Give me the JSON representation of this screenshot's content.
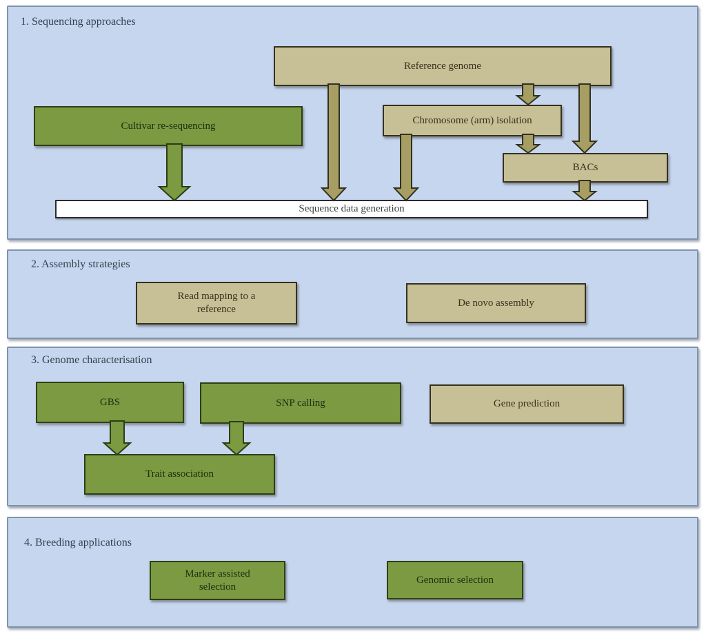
{
  "figure": {
    "description": "Workflow diagram with four numbered stages from sequencing to breeding applications"
  },
  "colors": {
    "panel_bg": "#c6d6ee",
    "panel_border": "#7e93ad",
    "tan_fill": "#c7bf96",
    "tan_border": "#35311f",
    "tan_text": "#38321c",
    "green_fill": "#7b9a41",
    "green_border": "#2e3f16",
    "green_text": "#1f2d12",
    "white_fill": "#fefefe",
    "white_border": "#2a2a2a",
    "white_text": "#3c3c3c",
    "title_color": "#333f4f",
    "tan_arrow_fill": "#a79e63",
    "tan_arrow_border": "#32301f",
    "green_arrow_fill": "#7b9a41",
    "green_arrow_border": "#2c3d14"
  },
  "sections": [
    {
      "id": "sequencing-approaches",
      "title": "1. Sequencing approaches",
      "boxes": [
        {
          "id": "reference-genome",
          "label": "Reference genome",
          "style": "tan"
        },
        {
          "id": "cultivar-re-sequencing",
          "label": "Cultivar re-sequencing",
          "style": "green"
        },
        {
          "id": "chromosome-arm-isolation",
          "label": "Chromosome (arm) isolation",
          "style": "tan"
        },
        {
          "id": "bacs",
          "label": "BACs",
          "style": "tan"
        },
        {
          "id": "sequence-data-generation",
          "label": "Sequence data generation",
          "style": "white"
        }
      ]
    },
    {
      "id": "assembly-strategies",
      "title": "2. Assembly strategies",
      "boxes": [
        {
          "id": "read-mapping-to-a-reference",
          "label": "Read mapping to a reference",
          "style": "tan"
        },
        {
          "id": "de-novo-assembly",
          "label": "De novo assembly",
          "style": "tan"
        }
      ]
    },
    {
      "id": "genome-characterisation",
      "title": "3. Genome characterisation",
      "boxes": [
        {
          "id": "gbs",
          "label": "GBS",
          "style": "green"
        },
        {
          "id": "snp-calling",
          "label": "SNP calling",
          "style": "green"
        },
        {
          "id": "gene-prediction",
          "label": "Gene prediction",
          "style": "tan"
        },
        {
          "id": "trait-association",
          "label": "Trait association",
          "style": "green"
        }
      ]
    },
    {
      "id": "breeding-applications",
      "title": "4. Breeding applications",
      "boxes": [
        {
          "id": "marker-assisted-selection",
          "label": "Marker assisted selection",
          "style": "green"
        },
        {
          "id": "genomic-selection",
          "label": "Genomic selection",
          "style": "green"
        }
      ]
    }
  ],
  "connections": [
    {
      "from": "reference-genome",
      "to": "sequence-data-generation",
      "color": "tan"
    },
    {
      "from": "reference-genome",
      "to": "chromosome-arm-isolation",
      "color": "tan"
    },
    {
      "from": "reference-genome",
      "to": "bacs",
      "color": "tan"
    },
    {
      "from": "chromosome-arm-isolation",
      "to": "sequence-data-generation",
      "color": "tan"
    },
    {
      "from": "chromosome-arm-isolation",
      "to": "bacs",
      "color": "tan"
    },
    {
      "from": "bacs",
      "to": "sequence-data-generation",
      "color": "tan"
    },
    {
      "from": "cultivar-re-sequencing",
      "to": "sequence-data-generation",
      "color": "green"
    },
    {
      "from": "gbs",
      "to": "trait-association",
      "color": "green"
    },
    {
      "from": "snp-calling",
      "to": "trait-association",
      "color": "green"
    }
  ]
}
